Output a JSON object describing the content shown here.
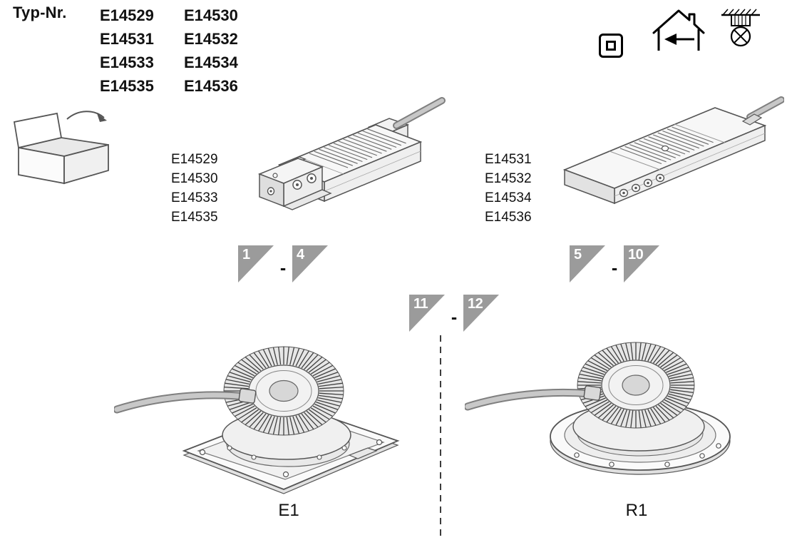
{
  "header": {
    "label": "Typ-Nr.",
    "type_numbers": [
      [
        "E14529",
        "E14530"
      ],
      [
        "E14531",
        "E14532"
      ],
      [
        "E14533",
        "E14534"
      ],
      [
        "E14535",
        "E14536"
      ]
    ]
  },
  "symbols": [
    "protection-class-ii-icon",
    "indoor-use-icon",
    "ceiling-recessed-luminaire-icon"
  ],
  "driver_small": {
    "types": [
      "E14529",
      "E14530",
      "E14533",
      "E14535"
    ],
    "steps": {
      "start": "1",
      "separator": "-",
      "end": "4"
    }
  },
  "driver_large": {
    "types": [
      "E14531",
      "E14532",
      "E14534",
      "E14536"
    ],
    "steps": {
      "start": "5",
      "separator": "-",
      "end": "10"
    }
  },
  "mounting": {
    "steps": {
      "start": "11",
      "separator": "-",
      "end": "12"
    },
    "square_variant_label": "E1",
    "round_variant_label": "R1"
  },
  "colors": {
    "step_badge": "#9b9b9b",
    "line_art": "#555555",
    "cable": "#bfbfbf"
  }
}
